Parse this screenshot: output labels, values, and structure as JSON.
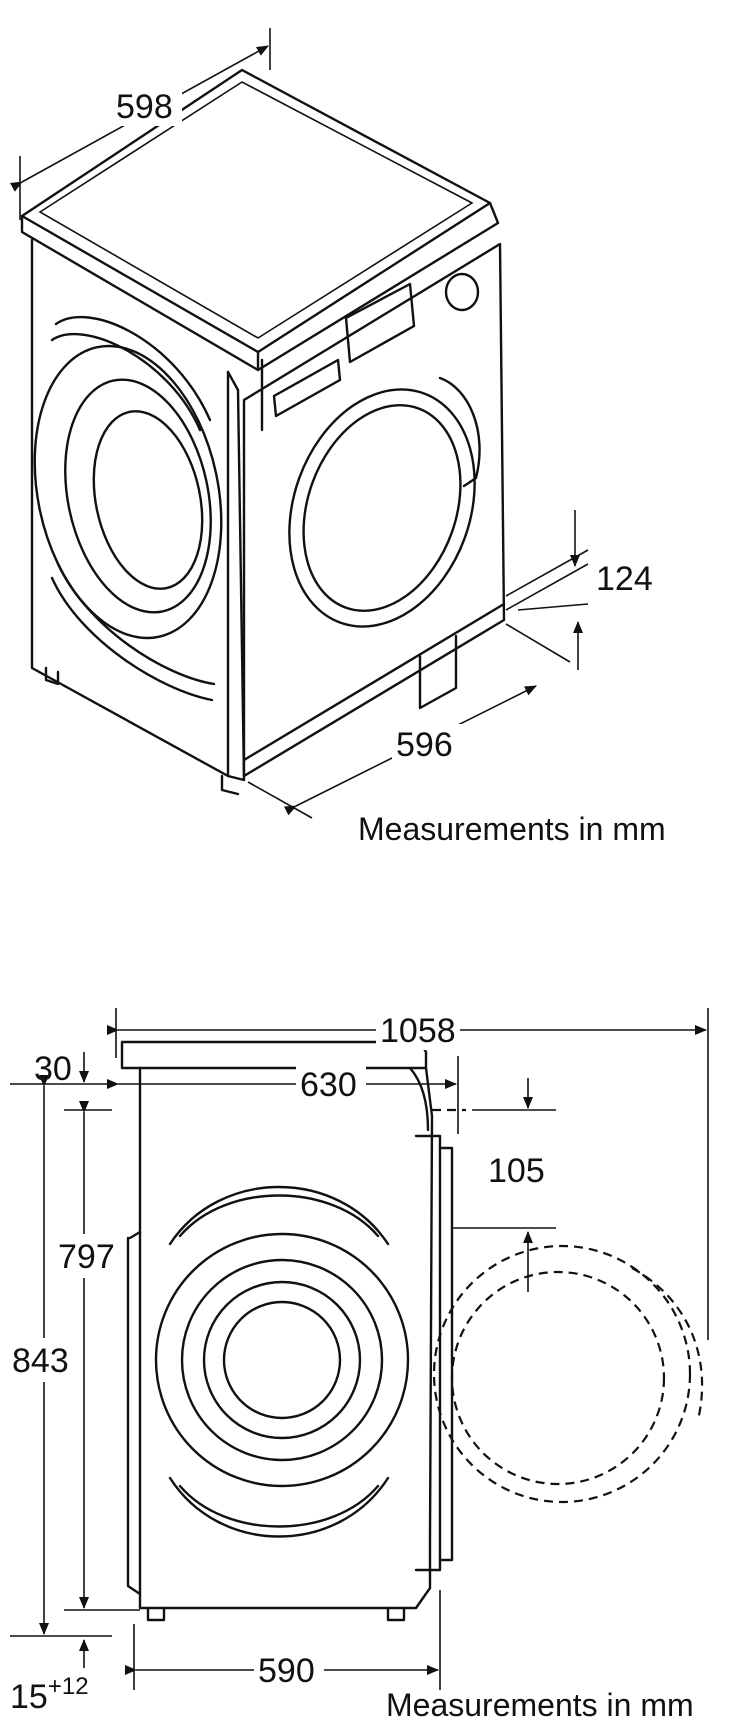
{
  "top_view": {
    "width_label": "598",
    "depth_label": "596",
    "plinth_label": "124",
    "caption": "Measurements in mm"
  },
  "side_view": {
    "door_open_depth_label": "1058",
    "depth_label": "630",
    "top_offset_label": "30",
    "door_top_label": "105",
    "height_body_label": "797",
    "height_total_label": "843",
    "feet_label": "15",
    "feet_superscript": "+12",
    "foot_width_label": "590",
    "caption": "Measurements in mm"
  }
}
